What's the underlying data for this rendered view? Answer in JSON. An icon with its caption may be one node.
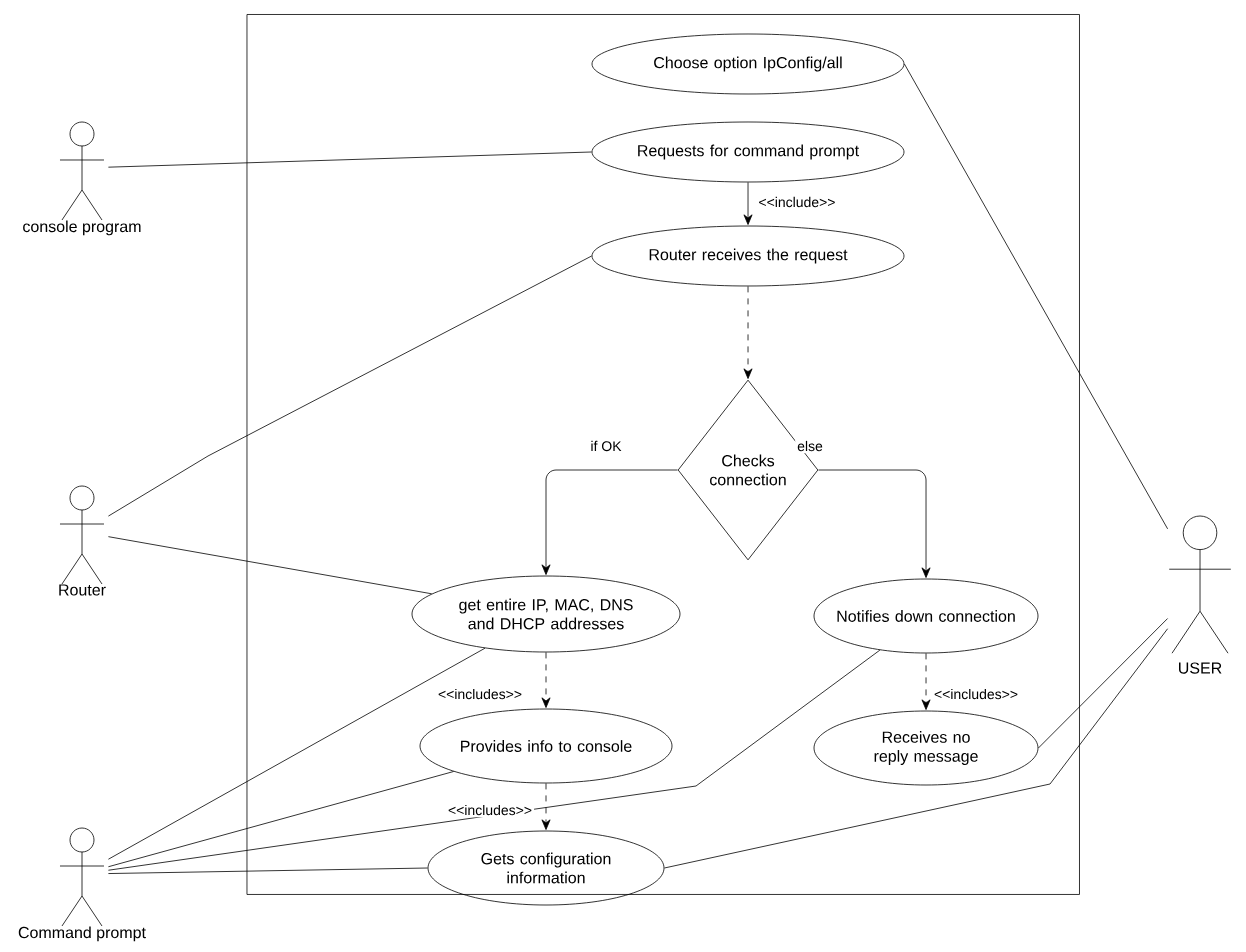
{
  "diagram": {
    "nodes": [
      {
        "text": [],
        "shape": "box"
      },
      {
        "text": [
          "console program"
        ]
      },
      {
        "text": [
          "Router"
        ]
      },
      {
        "text": [
          "Command prompt"
        ]
      },
      {
        "text": [
          "USER"
        ]
      },
      {
        "text": [
          "Choose option IpConfig/all"
        ],
        "in": 0
      },
      {
        "text": [
          "Requests for command prompt"
        ],
        "in": 0
      },
      {
        "text": [
          "Router receives the request"
        ],
        "in": 0
      },
      {
        "text": [
          "Checks connection"
        ],
        "in": 0
      },
      {
        "text": [
          "get entire IP, MAC, DNS and DHCP addresses"
        ],
        "in": 0
      },
      {
        "text": [
          "Notifies down connection"
        ],
        "in": 0
      },
      {
        "text": [
          "Provides info to console"
        ],
        "in": 0
      },
      {
        "text": [
          "Receives no reply message"
        ],
        "in": 0
      },
      {
        "text": [
          "Gets configuration information"
        ],
        "in": 0
      }
    ],
    "edges": [
      {
        "from": 1,
        "to": 6,
        "arrow": "none"
      },
      {
        "from": 6,
        "to": 7,
        "arrow": "to",
        "label": "<<include>>"
      },
      {
        "from": 2,
        "to": 7,
        "arrow": "none"
      },
      {
        "from": 7,
        "to": 8,
        "arrow": "to",
        "style": "dashed"
      },
      {
        "from": 8,
        "to": 9,
        "arrow": "to",
        "label": "if OK"
      },
      {
        "from": 8,
        "to": 10,
        "arrow": "to",
        "label": "else"
      },
      {
        "from": 2,
        "to": 9,
        "arrow": "none"
      },
      {
        "from": 9,
        "to": 11,
        "arrow": "to",
        "style": "dashed",
        "label": "<<includes>>"
      },
      {
        "from": 10,
        "to": 12,
        "arrow": "to",
        "style": "dashed",
        "label": "<<includes>>"
      },
      {
        "from": 11,
        "to": 13,
        "arrow": "to",
        "style": "dashed",
        "label": "<<includes>>"
      },
      {
        "from": 3,
        "to": 9,
        "arrow": "none"
      },
      {
        "from": 3,
        "to": 11,
        "arrow": "none"
      },
      {
        "from": 3,
        "to": 10,
        "arrow": "none"
      },
      {
        "from": 3,
        "to": 13,
        "arrow": "none"
      },
      {
        "from": 4,
        "to": 5,
        "arrow": "none"
      },
      {
        "from": 4,
        "to": 12,
        "arrow": "none"
      },
      {
        "from": 4,
        "to": 13,
        "arrow": "none"
      }
    ]
  }
}
